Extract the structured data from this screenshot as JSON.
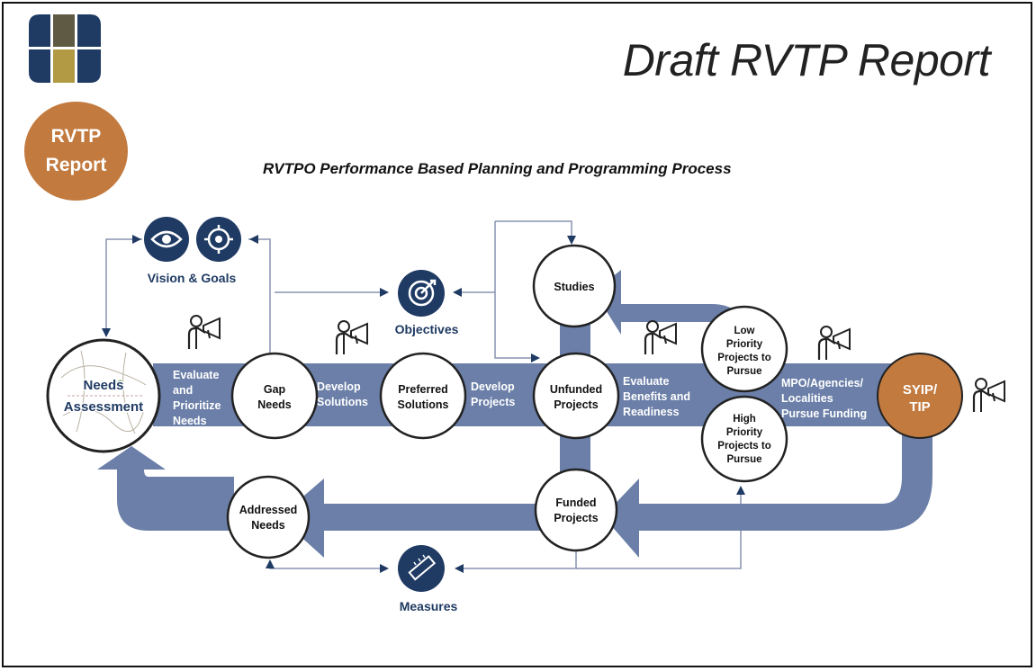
{
  "header": {
    "title": "Draft RVTP Report",
    "badge_line1": "RVTP",
    "badge_line2": "Report",
    "subtitle": "RVTPO Performance Based Planning and Programming Process"
  },
  "colors": {
    "navy": "#1f3a63",
    "band": "#6b7fa8",
    "badge": "#c27a3f",
    "logo_brown": "#5f5a43",
    "logo_gold": "#b19a43"
  },
  "icons": {
    "vision": "eye-icon",
    "goals": "target-icon",
    "objectives": "bullseye-icon",
    "measures": "ruler-icon",
    "outreach": "megaphone-person-icon"
  },
  "diagram": {
    "vision_goals": "Vision & Goals",
    "objectives": "Objectives",
    "measures": "Measures",
    "needs_l1": "Needs",
    "needs_l2": "Assessment",
    "gap_l1": "Gap",
    "gap_l2": "Needs",
    "pref_l1": "Preferred",
    "pref_l2": "Solutions",
    "unfunded_l1": "Unfunded",
    "unfunded_l2": "Projects",
    "studies": "Studies",
    "funded_l1": "Funded",
    "funded_l2": "Projects",
    "addressed_l1": "Addressed",
    "addressed_l2": "Needs",
    "low_l1": "Low",
    "low_l2": "Priority",
    "low_l3": "Projects to",
    "low_l4": "Pursue",
    "high_l1": "High",
    "high_l2": "Priority",
    "high_l3": "Projects to",
    "high_l4": "Pursue",
    "syip_l1": "SYIP/",
    "syip_l2": "TIP",
    "band1_l1": "Evaluate",
    "band1_l2": "and",
    "band1_l3": "Prioritize",
    "band1_l4": "Needs",
    "band2_l1": "Develop",
    "band2_l2": "Solutions",
    "band3_l1": "Develop",
    "band3_l2": "Projects",
    "band4_l1": "Evaluate",
    "band4_l2": "Benefits and",
    "band4_l3": "Readiness",
    "band5_l1": "MPO/Agencies/",
    "band5_l2": "Localities",
    "band5_l3": "Pursue Funding"
  }
}
